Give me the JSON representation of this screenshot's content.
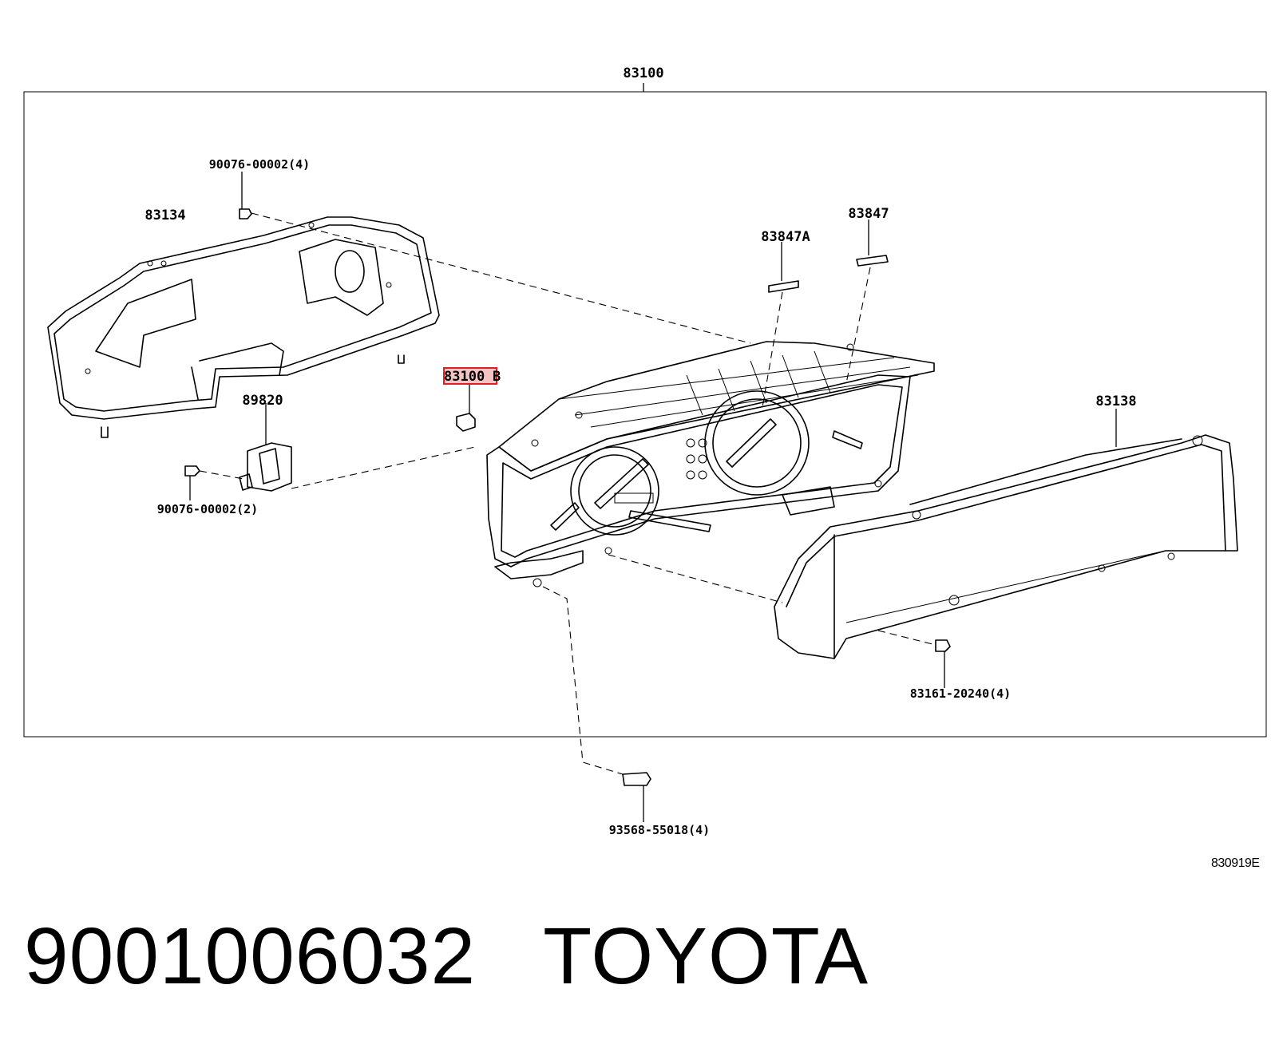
{
  "diagram": {
    "assembly_label": "83100",
    "callouts": {
      "meter_cover": "83134",
      "screw_top": "90076-00002(4)",
      "bulb_socket": "89820",
      "screw_left": "90076-00002(2)",
      "highlighted_part": "83100",
      "highlighted_suffix": "B",
      "plate_a": "83847A",
      "plate_b": "83847",
      "glass_cover": "83138",
      "screw_right": "83161-20240(4)",
      "screw_bottom": "93568-55018(4)"
    },
    "diagram_code": "830919E",
    "highlight_color": "#e02020"
  },
  "caption": {
    "part_number": "9001006032",
    "brand": "TOYOTA"
  }
}
